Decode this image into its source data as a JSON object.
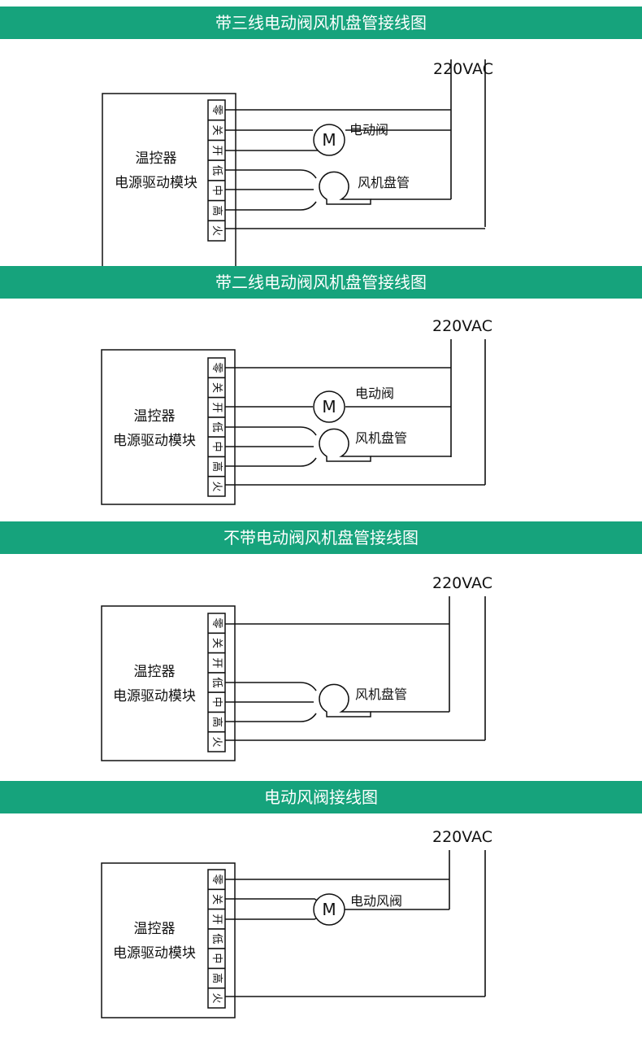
{
  "sections": [
    {
      "title": "带三线电动阀风机盘管接线图",
      "supply": "220VAC",
      "controller": [
        "温控器",
        "电源驱动模块"
      ],
      "terminals": [
        "零",
        "关",
        "开",
        "低",
        "中",
        "高",
        "火"
      ],
      "valve_symbol": "M",
      "valve_label": "电动阀",
      "fan_label": "风机盘管"
    },
    {
      "title": "带二线电动阀风机盘管接线图",
      "supply": "220VAC",
      "controller": [
        "温控器",
        "电源驱动模块"
      ],
      "terminals": [
        "零",
        "关",
        "开",
        "低",
        "中",
        "高",
        "火"
      ],
      "valve_symbol": "M",
      "valve_label": "电动阀",
      "fan_label": "风机盘管"
    },
    {
      "title": "不带电动阀风机盘管接线图",
      "supply": "220VAC",
      "controller": [
        "温控器",
        "电源驱动模块"
      ],
      "terminals": [
        "零",
        "关",
        "开",
        "低",
        "中",
        "高",
        "火"
      ],
      "fan_label": "风机盘管"
    },
    {
      "title": "电动风阀接线图",
      "supply": "220VAC",
      "controller": [
        "温控器",
        "电源驱动模块"
      ],
      "terminals": [
        "零",
        "关",
        "开",
        "低",
        "中",
        "高",
        "火"
      ],
      "valve_symbol": "M",
      "valve_label": "电动风阀"
    }
  ]
}
